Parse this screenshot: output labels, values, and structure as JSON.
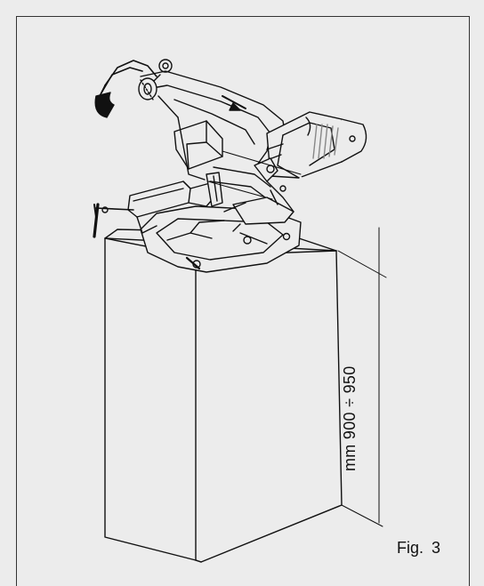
{
  "figure": {
    "dimension_label": "mm 900 ÷ 950",
    "caption": "Fig.  3",
    "subject": "metal-cutting band saw on stand"
  },
  "colors": {
    "background": "#ececec",
    "line": "#111111",
    "frame": "#333333"
  }
}
